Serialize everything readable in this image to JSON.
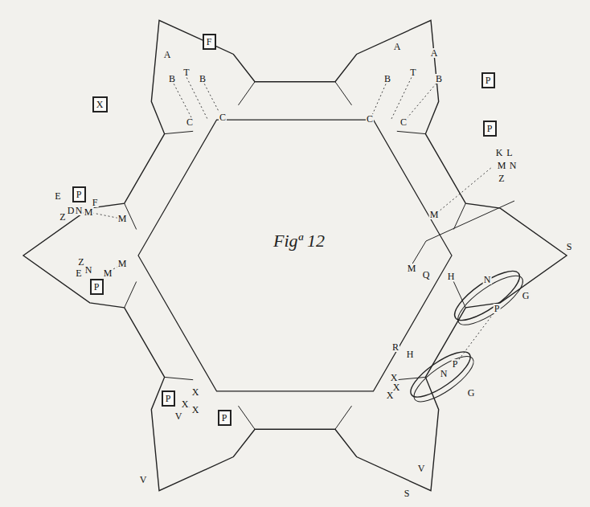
{
  "diagram": {
    "title": "Figª 12",
    "nodes": [
      {
        "text": [
          "X"
        ]
      },
      {
        "text": [
          "F"
        ]
      },
      {
        "text": [
          "P"
        ]
      },
      {
        "text": [
          "P"
        ]
      },
      {
        "text": [
          "P"
        ]
      },
      {
        "text": [
          "P"
        ]
      },
      {
        "text": [
          "P"
        ]
      },
      {
        "text": [
          "P"
        ]
      }
    ],
    "labels": [
      "A",
      "T",
      "B",
      "B",
      "C",
      "C",
      "A",
      "B",
      "T",
      "B",
      "A",
      "C",
      "C",
      "E",
      "F",
      "Z",
      "D",
      "N",
      "M",
      "M",
      "Z",
      "E",
      "N",
      "M",
      "M",
      "X",
      "X",
      "V",
      "X",
      "V",
      "X",
      "X",
      "X",
      "V",
      "S",
      "M",
      "K",
      "L",
      "M",
      "N",
      "Z",
      "S",
      "M",
      "Q",
      "H",
      "N",
      "G",
      "P",
      "R",
      "H",
      "N",
      "G",
      "P"
    ]
  }
}
